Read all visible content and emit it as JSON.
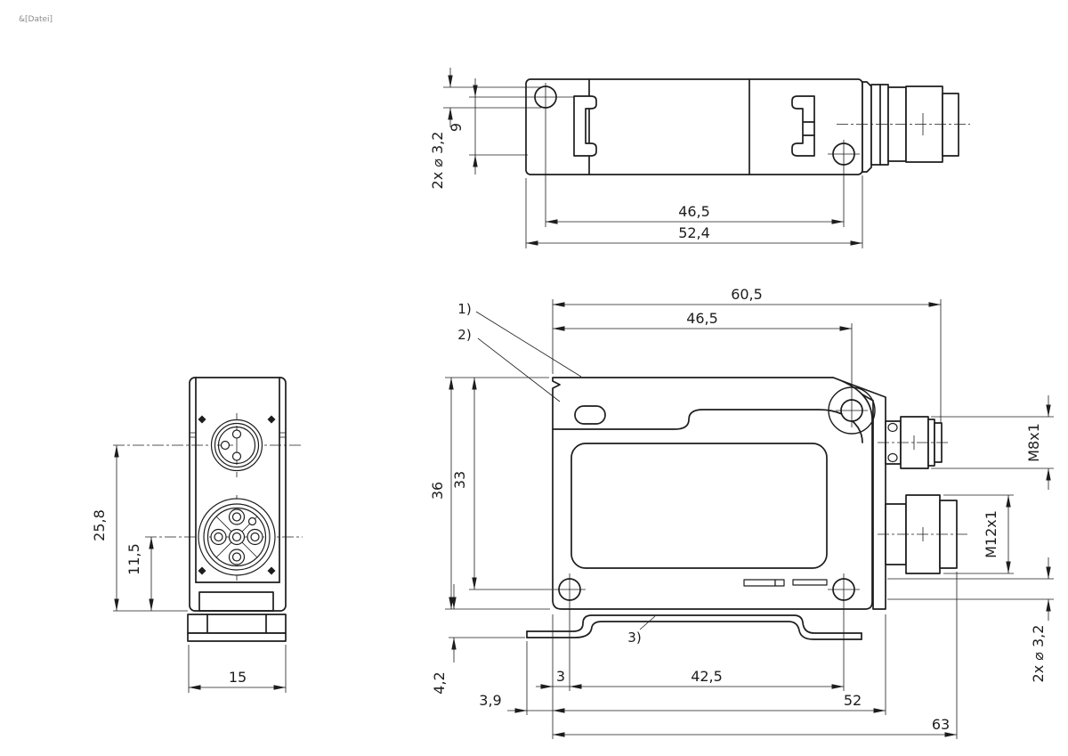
{
  "header": {
    "file_note": "&[Datei]"
  },
  "top_view": {
    "dims": {
      "hole_note": "2x ⌀ 3,2",
      "hole_offset": "9",
      "hole_spacing": "46,5",
      "overall_length": "52,4"
    }
  },
  "side_view": {
    "dims": {
      "overall_width": "60,5",
      "hole_spacing_top": "46,5",
      "height": "36",
      "hole_height": "33",
      "bracket_drop": "4,2",
      "bracket_offset": "3,9",
      "hole_inset": "3",
      "hole_spacing_bottom": "42,5",
      "plate_width": "52",
      "overall_length": "63",
      "m8_thread": "M8x1",
      "m12_thread": "M12x1",
      "hole_note": "2x ⌀ 3,2"
    },
    "callouts": {
      "note_1": "1)",
      "note_2": "2)",
      "note_3": "3)"
    }
  },
  "front_view": {
    "dims": {
      "m8_center_height": "25,8",
      "m12_center_height": "11,5",
      "width": "15"
    }
  }
}
